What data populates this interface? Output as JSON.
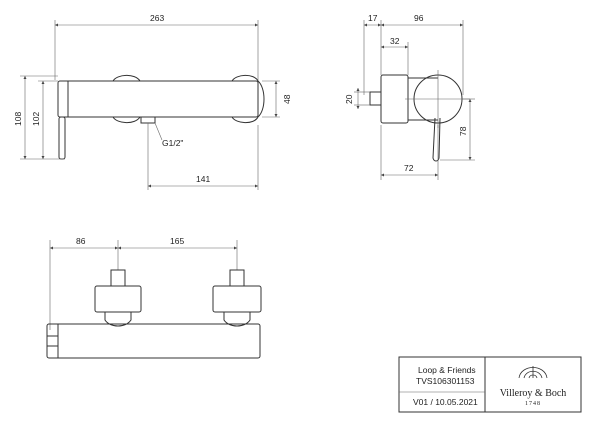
{
  "side_view": {
    "dim_width": "263",
    "dim_height_outer": "108",
    "dim_height_inner": "102",
    "dim_body_height": "48",
    "dim_outlet_offset": "141",
    "thread_label": "G1/2\""
  },
  "section_view": {
    "dim_depth_a": "17",
    "dim_depth_b": "96",
    "dim_inner": "32",
    "dim_inlet": "20",
    "dim_drop": "78",
    "dim_base": "72"
  },
  "top_view": {
    "dim_left": "86",
    "dim_spacing": "165"
  },
  "title_block": {
    "product": "Loop & Friends",
    "code": "TVS106301153",
    "revision": "V01 / 10.05.2021",
    "brand": "Villeroy & Boch",
    "brand_year": "1748"
  }
}
